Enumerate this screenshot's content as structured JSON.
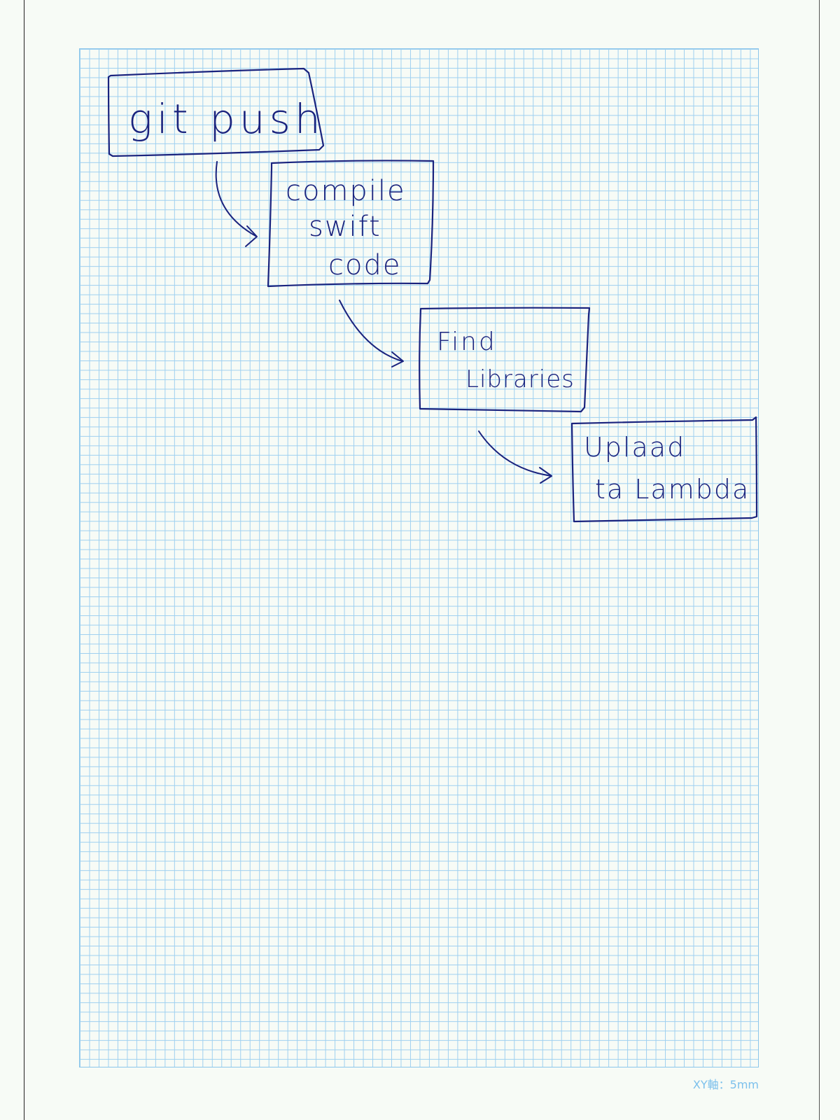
{
  "ink_color": "#1a237e",
  "grid_color": "#9fd0f0",
  "grid_label": "XY軸：5mm",
  "nodes": [
    {
      "id": "git-push",
      "lines": [
        "git push"
      ]
    },
    {
      "id": "compile",
      "lines": [
        "compile",
        "swift",
        "code"
      ]
    },
    {
      "id": "find-libraries",
      "lines": [
        "Find",
        "Libraries"
      ]
    },
    {
      "id": "upload",
      "lines": [
        "Uplaad",
        "ta Lambda"
      ]
    }
  ]
}
